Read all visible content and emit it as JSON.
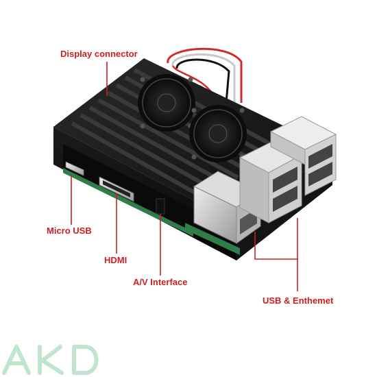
{
  "callouts": {
    "display_connector": "Display connector",
    "micro_usb": "Micro USB",
    "hdmi": "HDMI",
    "av_interface": "A/V Interface",
    "usb_ethernet": "USB & Enthemet"
  },
  "watermark": {
    "text": "AKD"
  },
  "colors": {
    "callout": "#cc1f1f",
    "case_body": "#1a1a1a",
    "pcb_green": "#2e7d4a",
    "port_metal": "#c9c9c9",
    "watermark": "#bfe5cf"
  },
  "icons": [
    "cooling-fan-icon",
    "cooling-fan-icon",
    "usb-port-icon",
    "ethernet-port-icon",
    "hdmi-port-icon",
    "micro-usb-port-icon"
  ]
}
